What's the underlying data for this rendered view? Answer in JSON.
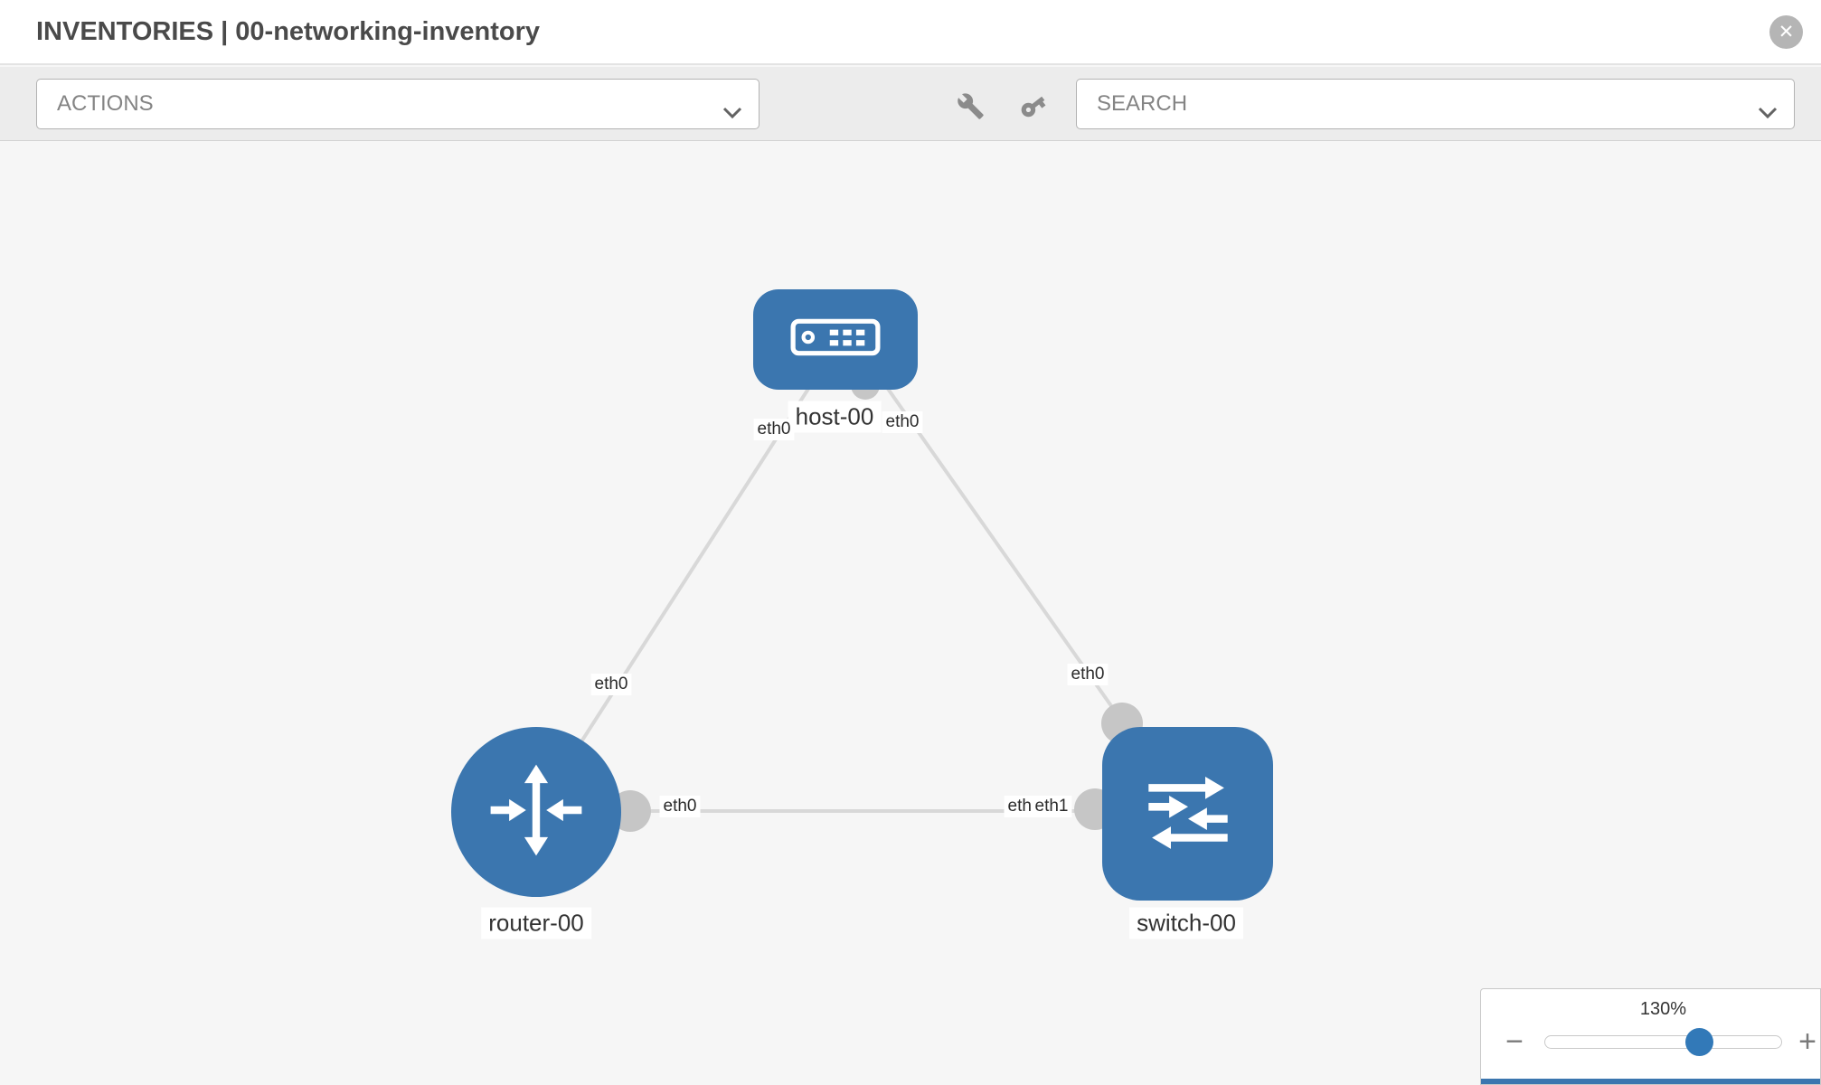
{
  "header": {
    "title": "INVENTORIES | 00-networking-inventory",
    "close_glyph": "✕"
  },
  "toolbar": {
    "actions_label": "ACTIONS",
    "search_label": "SEARCH",
    "icons": [
      "wrench-icon",
      "key-icon",
      "chevron-down-icon"
    ]
  },
  "canvas": {
    "nodes": {
      "host": {
        "label": "host-00",
        "type": "host"
      },
      "router": {
        "label": "router-00",
        "type": "router"
      },
      "switch": {
        "label": "switch-00",
        "type": "switch"
      }
    },
    "links": [
      {
        "from": "host-00",
        "to": "router-00"
      },
      {
        "from": "host-00",
        "to": "switch-00"
      },
      {
        "from": "router-00",
        "to": "switch-00"
      }
    ],
    "interface_labels": {
      "host_left": "eth0",
      "host_right": "eth0",
      "router_link_host": "eth0",
      "router_link_switch": "eth0",
      "switch_link_host": "eth0",
      "switch_link_router_back": "eth0",
      "switch_link_router": "eth1"
    }
  },
  "zoom": {
    "level": "130%",
    "minus_glyph": "−",
    "plus_glyph": "+"
  },
  "colors": {
    "node": "#3b76af",
    "link": "#d8d8d8",
    "port": "#c6c6c6",
    "accent": "#3279b8"
  }
}
